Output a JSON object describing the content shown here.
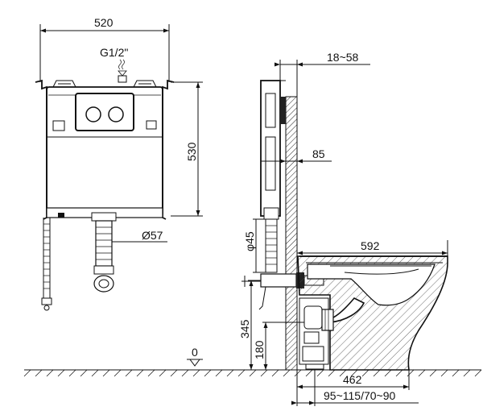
{
  "labels": {
    "width_520": "520",
    "inlet": "G1/2\"",
    "height_530": "530",
    "drain_57": "Ø57",
    "frame_18_58": "18~58",
    "depth_85": "85",
    "pipe_45": "φ45",
    "bowl_592": "592",
    "height_345": "345",
    "height_180": "180",
    "floor_zero": "0",
    "proj_462": "462",
    "range_bottom": "95~115/70~90"
  }
}
